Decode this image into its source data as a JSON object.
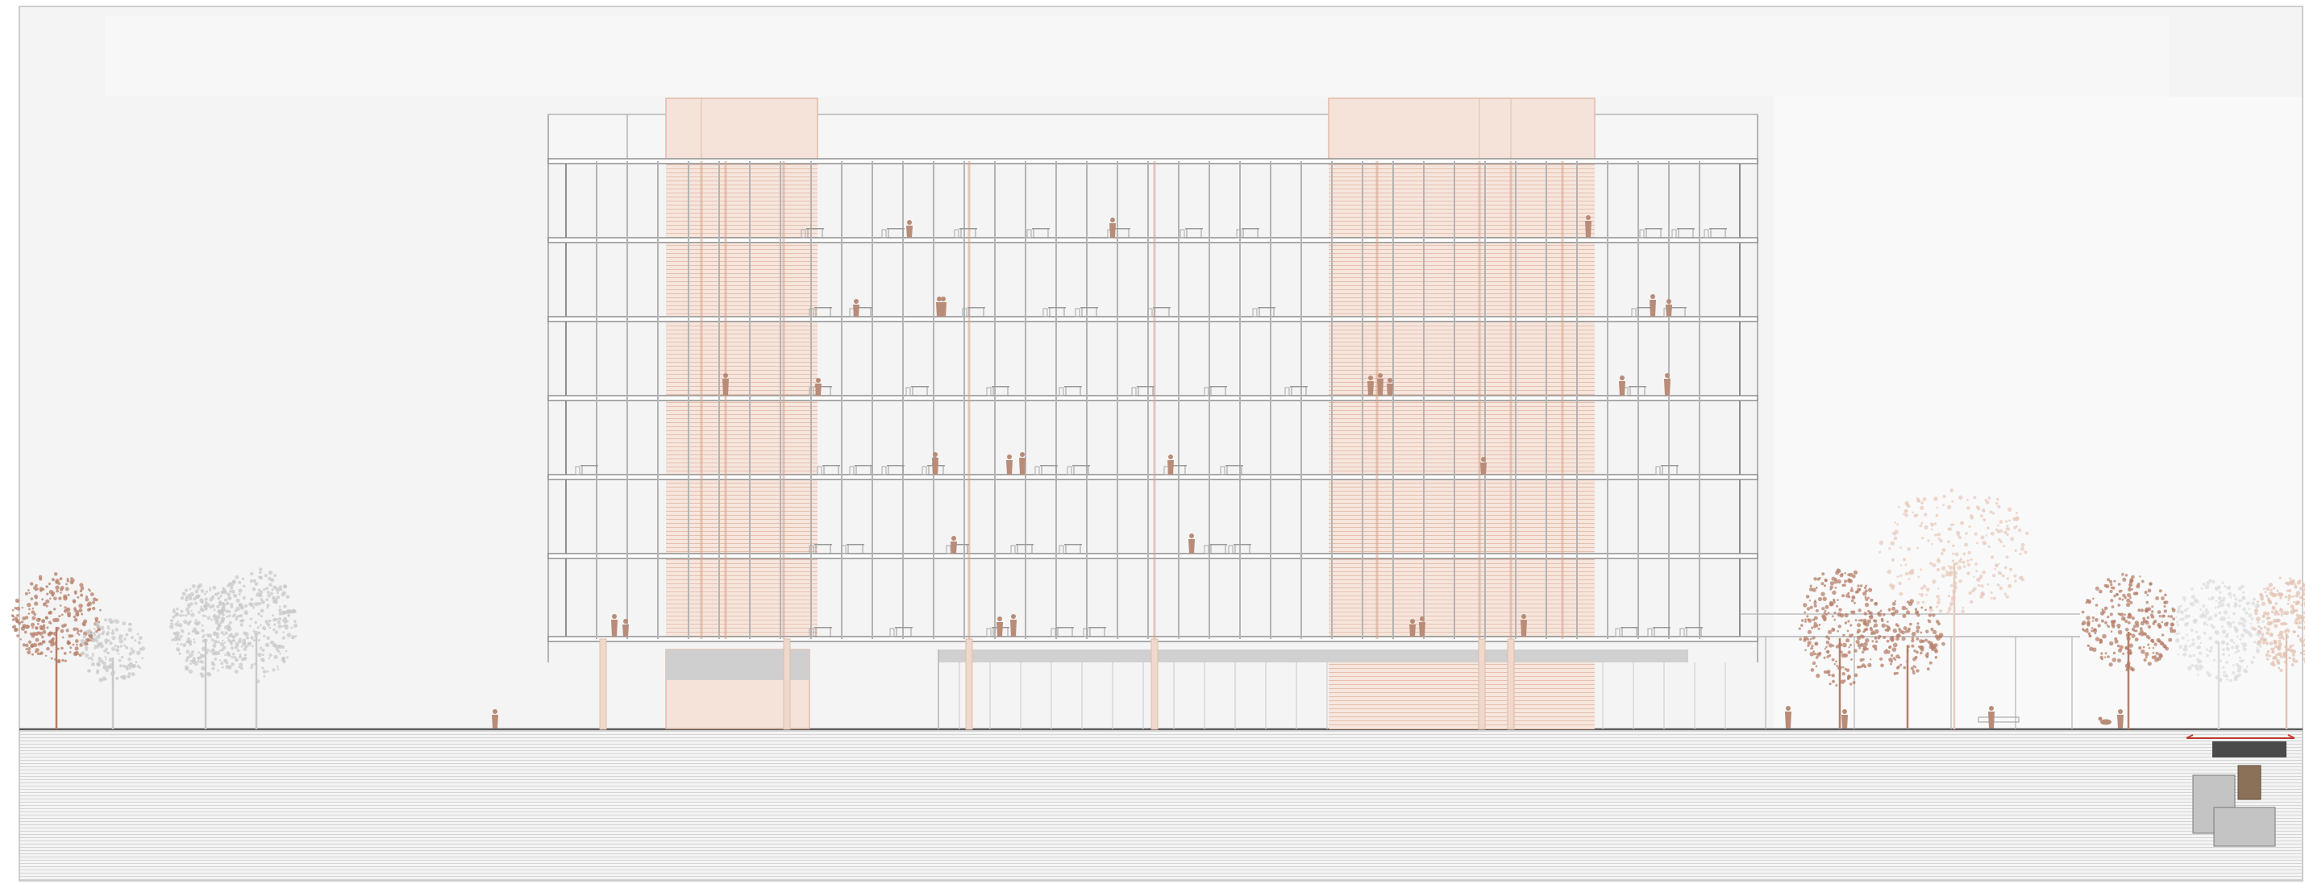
{
  "drawing": {
    "type": "architectural-elevation",
    "floors_above_ground": 6,
    "colors": {
      "paper": "#ffffff",
      "sky": "#f3f3f3",
      "frame": "#8f8f8f",
      "mullion": "#b4b4b4",
      "accent": "#e9c8b8",
      "accent_line": "#d6a48e",
      "figure": "#b88c78",
      "tree_warm": "#b57f6a",
      "tree_grey": "#c9c9c9",
      "ground_hatch": "#d0d0d0",
      "key_plan_block": "#c4c4c4",
      "key_plan_dark": "#4a4a4a",
      "key_plan_brown": "#8b7158",
      "north_mark": "#c0392b"
    },
    "entourage": [
      "people",
      "trees",
      "furniture",
      "dog",
      "bench"
    ],
    "key_plan": {
      "blocks": 3,
      "highlighted_elevation": "south"
    }
  }
}
